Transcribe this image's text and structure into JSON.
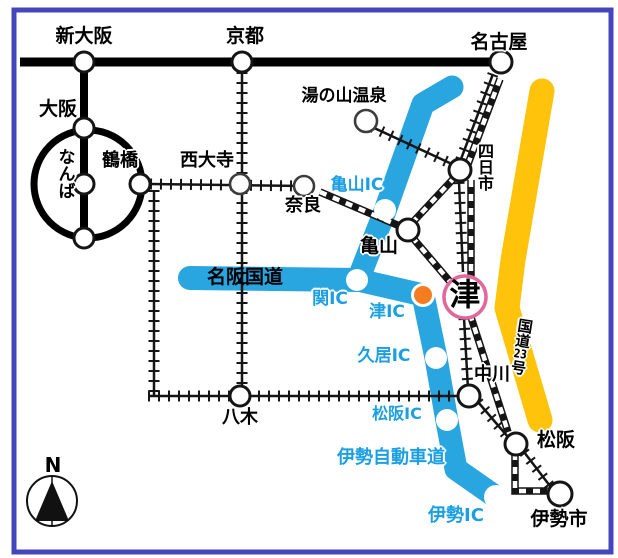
{
  "map": {
    "kind": "rail-and-road-access-map",
    "destination": "津"
  },
  "labels": {
    "shin_osaka": "新大阪",
    "kyoto": "京都",
    "nagoya": "名古屋",
    "osaka": "大阪",
    "namba": "なんば",
    "tsuruhashi": "鶴橋",
    "saidaiji": "西大寺",
    "nara": "奈良",
    "yunoyama_onsen": "湯の山温泉",
    "yokkaichi": "四日市",
    "kameyama": "亀山",
    "yagi": "八木",
    "nakagawa": "中川",
    "matsusaka": "松阪",
    "ise_shi": "伊勢市",
    "tsu": "津"
  },
  "road_labels": {
    "meihan_kokudo": "名阪国道",
    "ise_expressway": "伊勢自動車道",
    "route23": {
      "part1": "国道",
      "part2": "23",
      "part3": "号"
    }
  },
  "ic_labels": {
    "kameyama_ic": "亀山IC",
    "seki_ic": "関IC",
    "tsu_ic": "津IC",
    "hisai_ic": "久居IC",
    "matsusaka_ic": "松阪IC",
    "ise_ic": "伊勢IC"
  },
  "compass": {
    "north": "N"
  },
  "colors": {
    "road_blue": "#29A5DF",
    "road_yellow": "#FFC30B",
    "ic_text_blue": "#1B9FE2",
    "marker_orange": "#F57C20",
    "tsu_ring_pink": "#E2679B",
    "frame_purple": "#4545BE"
  }
}
